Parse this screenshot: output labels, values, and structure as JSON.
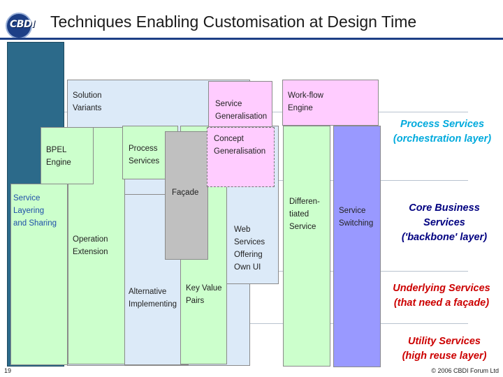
{
  "header": {
    "logo_text": "CBDI",
    "title": "Techniques Enabling Customisation at Design Time"
  },
  "colors": {
    "title_rule": "#1d3f86",
    "left_band": "#2c6a8a",
    "green": "#ccffcc",
    "light_blue": "#dceaf8",
    "pink": "#ffccff",
    "violet": "#9999ff",
    "gray": "#c0c0c0",
    "process_layer_text": "#00aadd",
    "core_layer_text": "#000080",
    "underlying_layer_text": "#cc0000",
    "utility_layer_text": "#cc0000"
  },
  "techniques": {
    "solution_variants": [
      "Solution",
      "Variants"
    ],
    "service_generalisation": [
      "Service",
      "Generalisation"
    ],
    "workflow_engine": [
      "Work-flow",
      "Engine"
    ],
    "bpel_engine": [
      "BPEL",
      "Engine"
    ],
    "process_services": [
      "Process",
      "Services"
    ],
    "concept_generalisation": [
      "Concept",
      "Generalisation"
    ],
    "facade": "Façade",
    "service_layering": [
      "Service",
      "Layering",
      "and Sharing"
    ],
    "operation_extension": [
      "Operation",
      "Extension"
    ],
    "web_services_own_ui": [
      "Web",
      "Services",
      "Offering",
      "Own UI"
    ],
    "differentiated_service": [
      "Differen-",
      "tiated",
      "Service"
    ],
    "service_switching": [
      "Service",
      "Switching"
    ],
    "alternative_implementing": [
      "Alternative",
      "Implementing"
    ],
    "key_value_pairs": [
      "Key Value",
      "Pairs"
    ]
  },
  "layers": {
    "process": [
      "Process Services",
      "(orchestration layer)"
    ],
    "core": [
      "Core Business",
      "Services",
      "('backbone' layer)"
    ],
    "underlying": [
      "Underlying Services",
      "(that need a façade)"
    ],
    "utility": [
      "Utility Services",
      "(high reuse layer)"
    ]
  },
  "footer": {
    "page_number": "19",
    "copyright": "© 2006 CBDI Forum Ltd"
  }
}
